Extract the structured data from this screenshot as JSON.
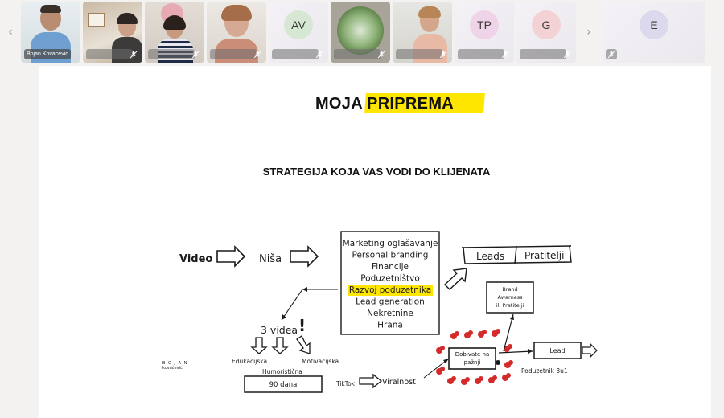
{
  "participants": {
    "prev_arrow": "‹",
    "next_arrow": "›",
    "tiles": [
      {
        "name": "Bojan Kovacevic...",
        "type": "video"
      },
      {
        "name": "",
        "type": "video"
      },
      {
        "name": "",
        "type": "video"
      },
      {
        "name": "",
        "type": "video"
      },
      {
        "name": "",
        "type": "avatar",
        "initials": "AV",
        "color": "#d6e8d4"
      },
      {
        "name": "",
        "type": "video"
      },
      {
        "name": "",
        "type": "video"
      },
      {
        "name": "",
        "type": "avatar",
        "initials": "TP",
        "color": "#efd3e9"
      },
      {
        "name": "",
        "type": "avatar",
        "initials": "G",
        "color": "#f3d2d6"
      },
      {
        "name": "",
        "type": "avatar",
        "initials": "E",
        "color": "#dcd9ef"
      }
    ]
  },
  "slide": {
    "title": "MOJA PRIPREMA",
    "subtitle": "STRATEGIJA KOJA VAS VODI DO KLIJENATA",
    "highlight_color": "#ffe600",
    "diagram": {
      "video": "Video",
      "nisa": "Niša",
      "topics": [
        "Marketing oglašavanje",
        "Personal branding",
        "Financije",
        "Poduzetništvo",
        "Razvoj poduzetnika",
        "Lead generation",
        "Nekretnine",
        "Hrana"
      ],
      "leads": "Leads",
      "pratitelji": "Pratitelji",
      "brand_box": [
        "Brand",
        "Awarness",
        "ili Pratitelji"
      ],
      "three_videos": "3 videa",
      "exclaim": "!",
      "edukacijska": "Edukacijska",
      "motivacijska": "Motivacijska",
      "humoristicna": "Humoristična",
      "days": "90 dana",
      "tiktok": "TikTok",
      "viralnost": "Viralnost",
      "dobivate": [
        "Dobivate na",
        "pažnji"
      ],
      "lead": "Lead",
      "poduzetnik": "Poduzetnik 3u1",
      "logo_top": "B O J A N",
      "logo_bottom": "kovačević"
    }
  }
}
